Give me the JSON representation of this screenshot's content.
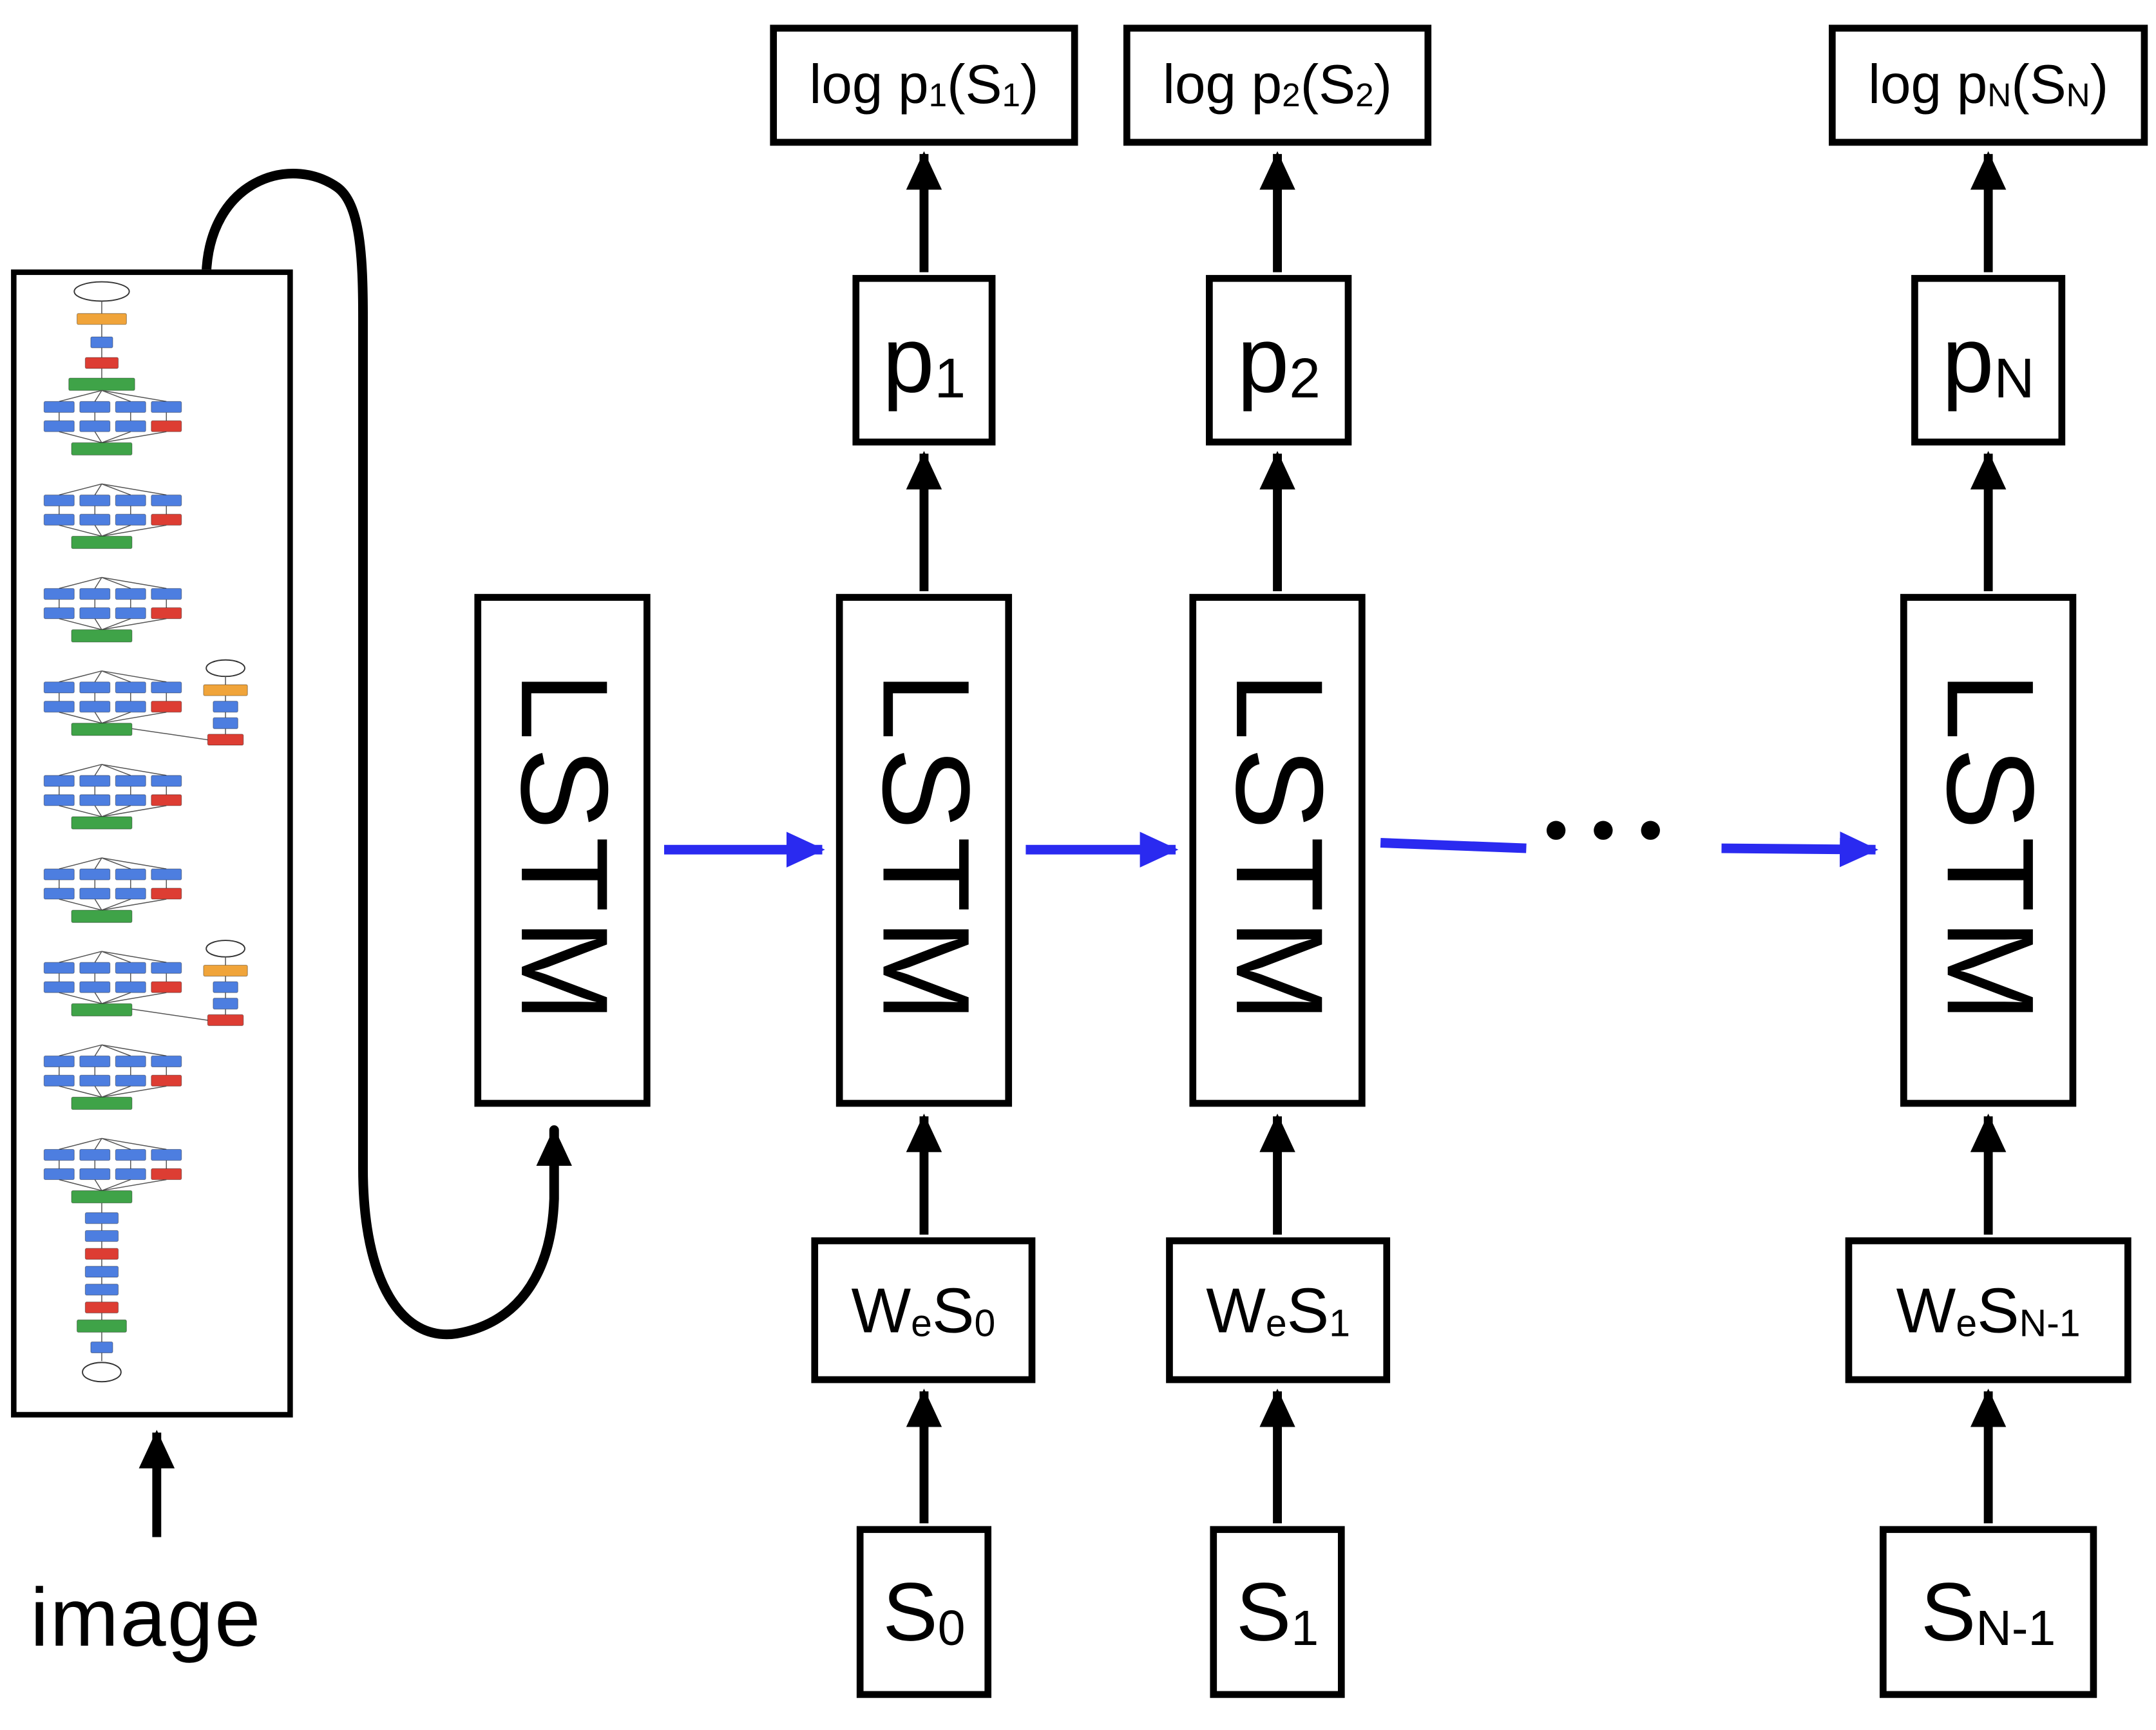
{
  "labels": {
    "image": "image",
    "lstm": "LSTM",
    "dots": "●●●"
  },
  "columns": [
    {
      "log_pre": "log p",
      "log_sub1": "1",
      "log_mid": "(S",
      "log_sub2": "1",
      "log_post": ")",
      "p_main": "p",
      "p_sub": "1",
      "we_w": "W",
      "we_e": "e",
      "we_s": "S",
      "we_sub": "0",
      "s_main": "S",
      "s_sub": "0"
    },
    {
      "log_pre": "log p",
      "log_sub1": "2",
      "log_mid": "(S",
      "log_sub2": "2",
      "log_post": ")",
      "p_main": "p",
      "p_sub": "2",
      "we_w": "W",
      "we_e": "e",
      "we_s": "S",
      "we_sub": "1",
      "s_main": "S",
      "s_sub": "1"
    },
    {
      "log_pre": "log p",
      "log_sub1": "N",
      "log_mid": "(S",
      "log_sub2": "N",
      "log_post": ")",
      "p_main": "p",
      "p_sub": "N",
      "we_w": "W",
      "we_e": "e",
      "we_s": "S",
      "we_sub": "N-1",
      "s_main": "S",
      "s_sub": "N-1"
    }
  ],
  "colors": {
    "arrow_blue": "#2a2af0",
    "line_black": "#000000",
    "cnn_blue": "#4d7ee0",
    "cnn_red": "#dd3d33",
    "cnn_green": "#3fa348",
    "cnn_yellow": "#f0a43a"
  }
}
